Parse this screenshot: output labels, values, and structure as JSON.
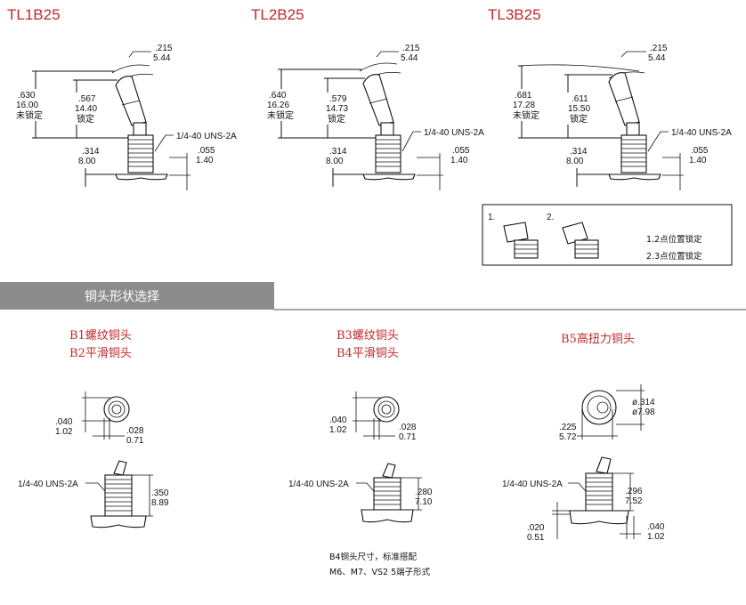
{
  "models": [
    {
      "title": "TL1B25",
      "overall_in": ".630",
      "overall_mm": "16.00",
      "overall_note": "未锁定",
      "locked_in": ".567",
      "locked_mm": "14.40",
      "locked_note": "锁定",
      "top_in": ".215",
      "top_mm": "5.44",
      "thread": "1/4-40 UNS-2A",
      "base_in": ".314",
      "base_mm": "8.00",
      "flange_in": ".055",
      "flange_mm": "1.40"
    },
    {
      "title": "TL2B25",
      "overall_in": ".640",
      "overall_mm": "16.26",
      "overall_note": "未锁定",
      "locked_in": ".579",
      "locked_mm": "14.73",
      "locked_note": "锁定",
      "top_in": ".215",
      "top_mm": "5.44",
      "thread": "1/4-40 UNS-2A",
      "base_in": ".314",
      "base_mm": "8.00",
      "flange_in": ".055",
      "flange_mm": "1.40"
    },
    {
      "title": "TL3B25",
      "overall_in": ".681",
      "overall_mm": "17.28",
      "overall_note": "未锁定",
      "locked_in": ".611",
      "locked_mm": "15.50",
      "locked_note": "锁定",
      "top_in": ".215",
      "top_mm": "5.44",
      "thread": "1/4-40 UNS-2A",
      "base_in": ".314",
      "base_mm": "8.00",
      "flange_in": ".055",
      "flange_mm": "1.40"
    }
  ],
  "lock_box": {
    "label1": "1.",
    "label2": "2.",
    "note1": "1.2点位置锁定",
    "note2": "2.3点位置锁定"
  },
  "band_title": "铜头形状选择",
  "heads": [
    {
      "name_line1": "B1螺纹铜头",
      "name_line2": "B2平滑铜头",
      "pin_in": ".040",
      "pin_mm": "1.02",
      "off_in": ".028",
      "off_mm": "0.71",
      "thread": "1/4-40 UNS-2A",
      "len_in": ".350",
      "len_mm": "8.89"
    },
    {
      "name_line1": "B3螺纹铜头",
      "name_line2": "B4平滑铜头",
      "pin_in": ".040",
      "pin_mm": "1.02",
      "off_in": ".028",
      "off_mm": "0.71",
      "thread": "1/4-40 UNS-2A",
      "len_in": ".280",
      "len_mm": "7.10",
      "note_line1": "B4铜头尺寸，标准搭配",
      "note_line2": "M6、M7、VS2 5端子形式"
    },
    {
      "name_line1": "B5高扭力铜头",
      "dia_in": "ø.314",
      "dia_mm": "ø7.98",
      "w_in": ".225",
      "w_mm": "5.72",
      "thread": "1/4-40 UNS-2A",
      "len_in": ".296",
      "len_mm": "7.52",
      "low_in": ".020",
      "low_mm": "0.51",
      "right_in": ".040",
      "right_mm": "1.02"
    }
  ]
}
